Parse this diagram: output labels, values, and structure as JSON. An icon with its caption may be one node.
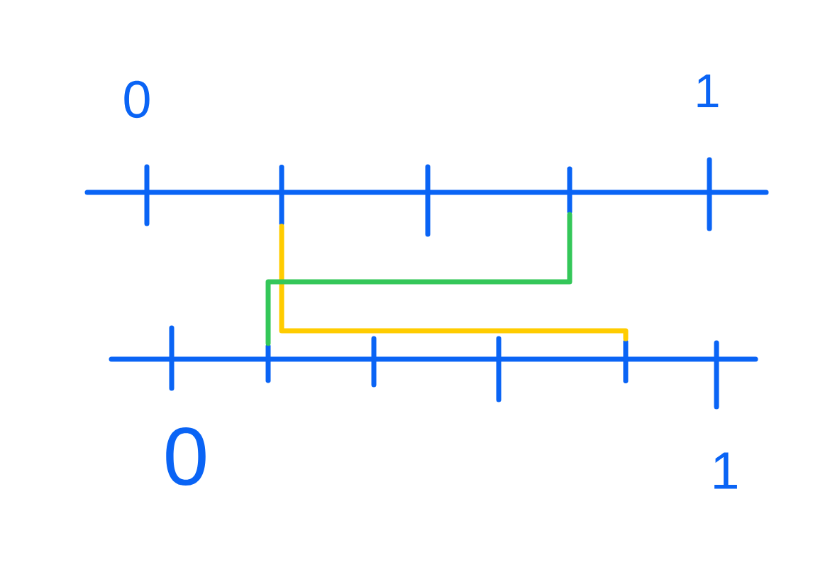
{
  "diagram": {
    "nodes": [
      {
        "text": [],
        "shape": "bar"
      },
      {
        "text": [],
        "shape": "bar"
      },
      {
        "text": [],
        "shape": "bar"
      },
      {
        "text": [],
        "shape": "bar"
      }
    ],
    "edges": [
      {
        "from": 0,
        "to": 3,
        "arrow": "none",
        "color": "#ffcc00"
      },
      {
        "from": 1,
        "to": 2,
        "arrow": "none",
        "color": "#34c759"
      }
    ],
    "labels": [
      "0",
      "1",
      "0",
      "1"
    ]
  }
}
